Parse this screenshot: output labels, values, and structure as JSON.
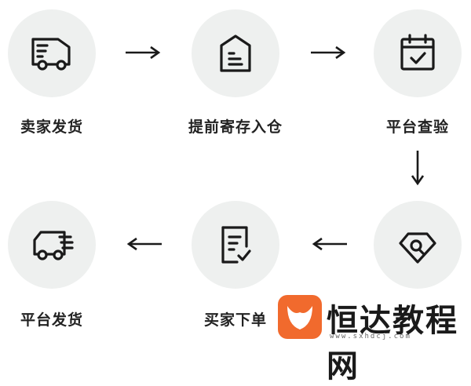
{
  "steps": [
    {
      "label": "卖家发货",
      "icon": "truck-icon"
    },
    {
      "label": "提前寄存入仓",
      "icon": "warehouse-document-icon"
    },
    {
      "label": "平台查验",
      "icon": "calendar-check-icon"
    },
    {
      "label": "买家下单",
      "icon": "document-check-icon"
    },
    {
      "label": "平台发货",
      "icon": "fast-truck-icon"
    }
  ],
  "hidden_step_icon": "diamond-search-icon",
  "watermark": {
    "title": "恒达教程网",
    "url": "www.sxhdcj.com"
  },
  "colors": {
    "circle": "#eef0ef",
    "icon": "#1a1a1a",
    "text": "#222222",
    "watermark_logo": "#f16a2d"
  }
}
